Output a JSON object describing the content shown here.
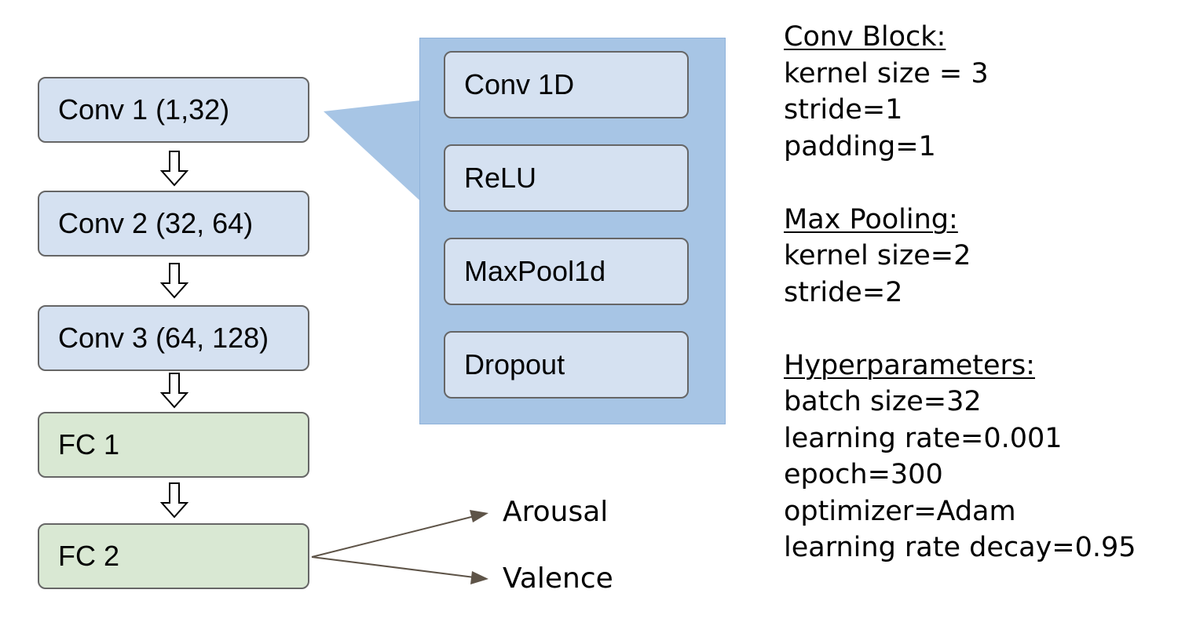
{
  "layers": [
    {
      "label": "Conv 1 (1,32)",
      "kind": "conv"
    },
    {
      "label": "Conv 2 (32, 64)",
      "kind": "conv"
    },
    {
      "label": "Conv 3 (64, 128)",
      "kind": "conv"
    },
    {
      "label": "FC 1",
      "kind": "fc"
    },
    {
      "label": "FC 2",
      "kind": "fc"
    }
  ],
  "conv_block": {
    "items": [
      "Conv 1D",
      "ReLU",
      "MaxPool1d",
      "Dropout"
    ]
  },
  "outputs": [
    "Arousal",
    "Valence"
  ],
  "notes": {
    "conv_block": {
      "heading": "Conv Block:",
      "lines": [
        "kernel size = 3",
        "stride=1",
        "padding=1"
      ]
    },
    "max_pooling": {
      "heading": "Max Pooling:",
      "lines": [
        "kernel size=2",
        "stride=2"
      ]
    },
    "hyperparameters": {
      "heading": "Hyperparameters:",
      "lines": [
        "batch size=32",
        "learning rate=0.001",
        "epoch=300",
        "optimizer=Adam",
        "learning rate decay=0.95"
      ]
    }
  },
  "colors": {
    "conv_fill": "#d5e1f1",
    "fc_fill": "#d9e8d3",
    "panel_fill": "#a7c5e5",
    "box_border": "#666666",
    "output_arrow": "#5e5448"
  }
}
